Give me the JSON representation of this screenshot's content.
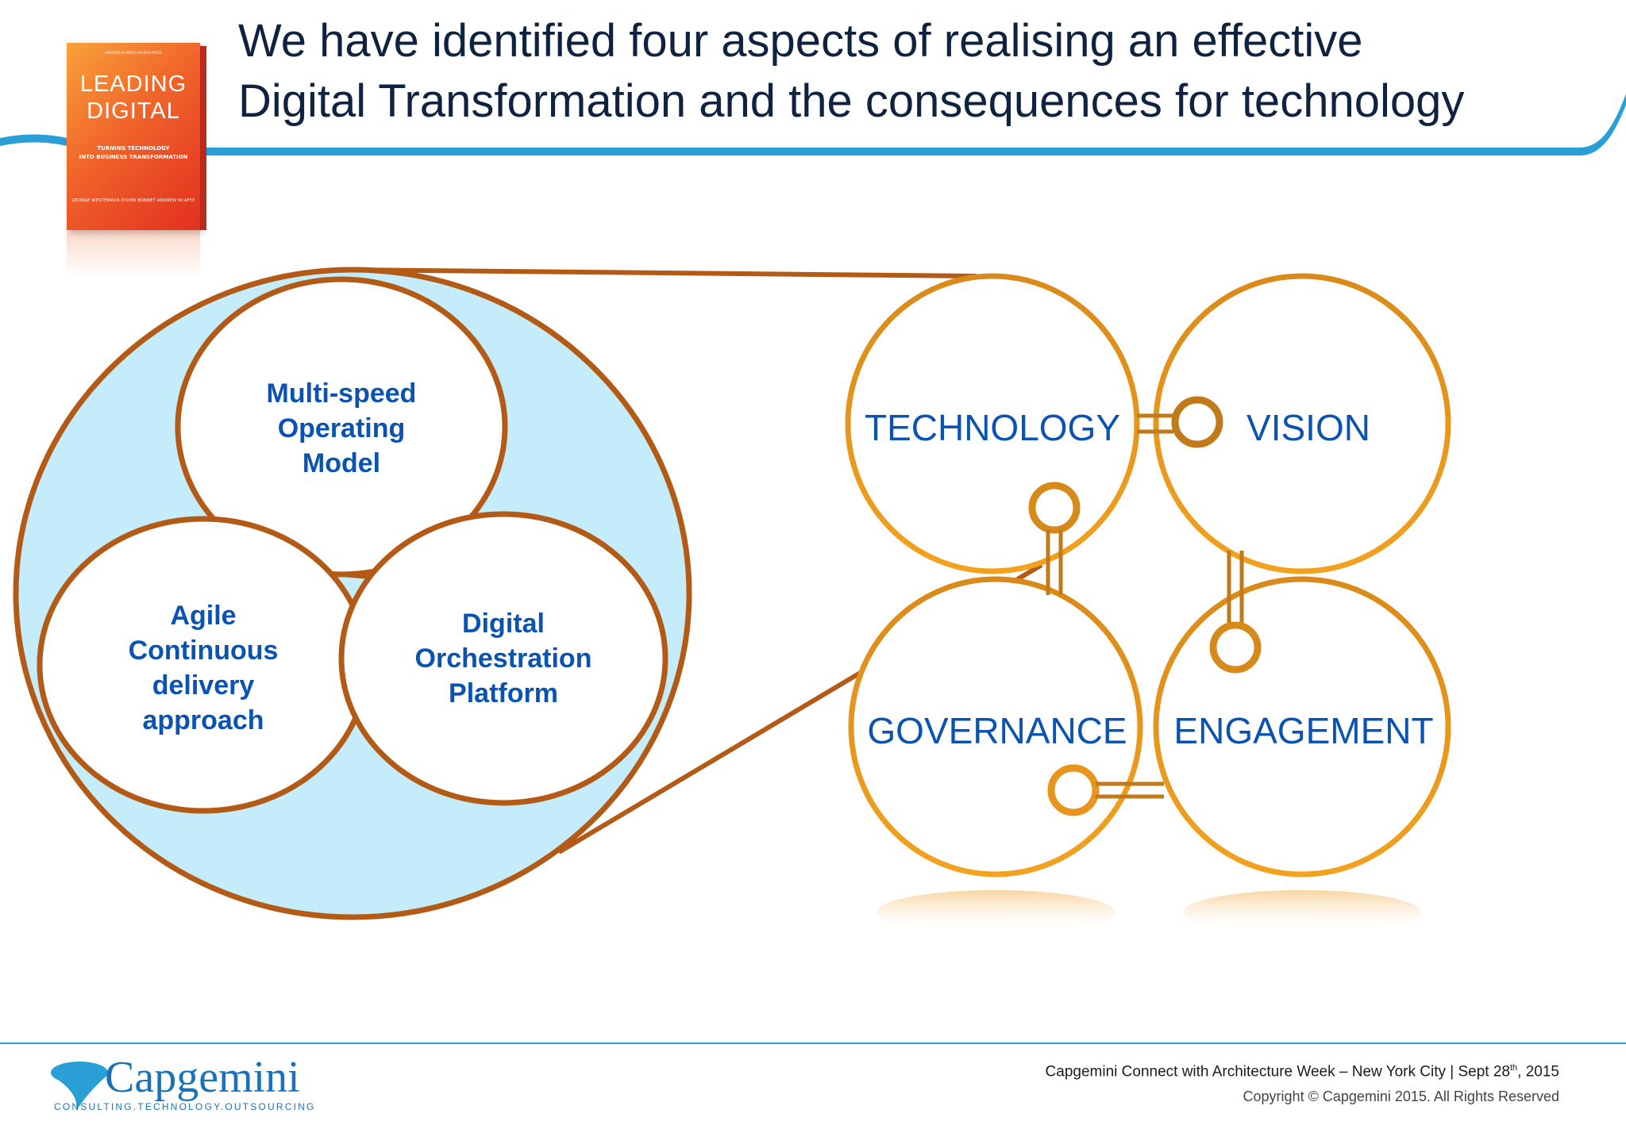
{
  "title": {
    "line1": "We have identified four aspects of realising an effective",
    "line2": "Digital Transformation and the consequences for technology"
  },
  "book": {
    "top_line": "HARVARD BUSINESS REVIEW PRESS",
    "title_line1": "LEADING",
    "title_line2": "DIGITAL",
    "subtitle_line1": "TURNING TECHNOLOGY",
    "subtitle_line2": "INTO BUSINESS TRANSFORMATION",
    "authors": "GEORGE WESTERMAN   DIDIER BONNET   ANDREW McAFEE"
  },
  "inner_circles": {
    "top": {
      "lines": [
        "Multi-speed",
        "Operating",
        "Model"
      ]
    },
    "left": {
      "lines": [
        "Agile",
        "Continuous",
        "delivery",
        "approach"
      ]
    },
    "right": {
      "lines": [
        "Digital",
        "Orchestration",
        "Platform"
      ]
    }
  },
  "aspects": {
    "technology": "TECHNOLOGY",
    "vision": "VISION",
    "governance": "GOVERNANCE",
    "engagement": "ENGAGEMENT"
  },
  "footer": {
    "brand": "Capgemini",
    "tagline": "CONSULTING.TECHNOLOGY.OUTSOURCING",
    "event_prefix": "Capgemini Connect with Architecture Week – New York City | Sept 28",
    "event_sup": "th",
    "event_suffix": ", 2015",
    "copyright": "Copyright © Capgemini 2015. All Rights Reserved"
  },
  "colors": {
    "title": "#0f2341",
    "accent_blue": "#2a9fd6",
    "inner_fill": "#c5ecfb",
    "brown_stroke": "#b35a17",
    "orange_stroke": "#e8951f",
    "label_blue": "#0b53b0"
  }
}
